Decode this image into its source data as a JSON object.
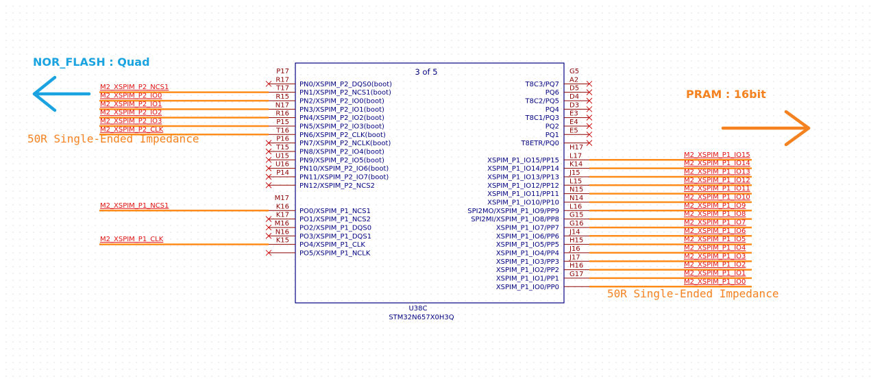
{
  "annotations": {
    "left_title": "NOR_FLASH : Quad",
    "left_impedance": "50R Single-Ended Impedance",
    "right_title": "PRAM : 16bit",
    "right_impedance": "50R Single-Ended Impedance"
  },
  "colors": {
    "wire": "#ff8c1a",
    "net_label": "#e01010",
    "pin_number": "#8b0000",
    "pin_name": "#000080",
    "part_border": "#000080",
    "nc_mark": "#cc1010",
    "left_accent": "#1aa3e0",
    "right_accent": "#f58220"
  },
  "part": {
    "section": "3 of 5",
    "designator": "U38C",
    "part_number": "STM32N657X0H3Q"
  },
  "left_pins": [
    {
      "pin": "P17",
      "name": "",
      "net": "",
      "nc": false
    },
    {
      "pin": "R17",
      "name": "PN0/XSPIM_P2_DQS0(boot)",
      "net": "",
      "nc": true
    },
    {
      "pin": "T17",
      "name": "PN1/XSPIM_P2_NCS1(boot)",
      "net": "M2_XSPIM_P2_NCS1",
      "nc": false
    },
    {
      "pin": "R15",
      "name": "PN2/XSPIM_P2_IO0(boot)",
      "net": "M2_XSPIM_P2_IO0",
      "nc": false
    },
    {
      "pin": "N17",
      "name": "PN3/XSPIM_P2_IO1(boot)",
      "net": "M2_XSPIM_P2_IO1",
      "nc": false
    },
    {
      "pin": "R16",
      "name": "PN4/XSPIM_P2_IO2(boot)",
      "net": "M2_XSPIM_P2_IO2",
      "nc": false
    },
    {
      "pin": "P15",
      "name": "PN5/XSPIM_P2_IO3(boot)",
      "net": "M2_XSPIM_P2_IO3",
      "nc": false
    },
    {
      "pin": "T16",
      "name": "PN6/XSPIM_P2_CLK(boot)",
      "net": "M2_XSPIM_P2_CLK",
      "nc": false
    },
    {
      "pin": "P16",
      "name": "PN7/XSPIM_P2_NCLK(boot)",
      "net": "",
      "nc": true
    },
    {
      "pin": "T15",
      "name": "PN8/XSPIM_P2_IO4(boot)",
      "net": "",
      "nc": true
    },
    {
      "pin": "U15",
      "name": "PN9/XSPIM_P2_IO5(boot)",
      "net": "",
      "nc": true
    },
    {
      "pin": "U16",
      "name": "PN10/XSPIM_P2_IO6(boot)",
      "net": "",
      "nc": true
    },
    {
      "pin": "P14",
      "name": "PN11/XSPIM_P2_IO7(boot)",
      "net": "",
      "nc": true
    },
    {
      "pin": "",
      "name": "PN12/XSPIM_P2_NCS2",
      "net": "",
      "nc": true
    },
    {
      "pin": "",
      "name": "",
      "net": "",
      "nc": false
    },
    {
      "pin": "M17",
      "name": "",
      "net": "",
      "nc": false
    },
    {
      "pin": "K16",
      "name": "PO0/XSPIM_P1_NCS1",
      "net": "M2_XSPIM_P1_NCS1",
      "nc": false
    },
    {
      "pin": "K17",
      "name": "PO1/XSPIM_P1_NCS2",
      "net": "",
      "nc": true
    },
    {
      "pin": "M16",
      "name": "PO2/XSPIM_P1_DQS0",
      "net": "",
      "nc": true
    },
    {
      "pin": "N16",
      "name": "PO3/XSPIM_P1_DQS1",
      "net": "",
      "nc": true
    },
    {
      "pin": "K15",
      "name": "PO4/XSPIM_P1_CLK",
      "net": "M2_XSPIM_P1_CLK",
      "nc": false
    },
    {
      "pin": "",
      "name": "PO5/XSPIM_P1_NCLK",
      "net": "",
      "nc": true
    }
  ],
  "right_pins": [
    {
      "pin": "G5",
      "name": "",
      "net": "",
      "nc": false
    },
    {
      "pin": "A2",
      "name": "T8C3/PQ7",
      "net": "",
      "nc": true
    },
    {
      "pin": "D5",
      "name": "PQ6",
      "net": "",
      "nc": true
    },
    {
      "pin": "D4",
      "name": "T8C2/PQ5",
      "net": "",
      "nc": true
    },
    {
      "pin": "D3",
      "name": "PQ4",
      "net": "",
      "nc": true
    },
    {
      "pin": "E3",
      "name": "T8C1/PQ3",
      "net": "",
      "nc": true
    },
    {
      "pin": "E4",
      "name": "PQ2",
      "net": "",
      "nc": true
    },
    {
      "pin": "E5",
      "name": "PQ1",
      "net": "",
      "nc": true
    },
    {
      "pin": "",
      "name": "T8ETR/PQ0",
      "net": "",
      "nc": true
    },
    {
      "pin": "H17",
      "name": "",
      "net": "",
      "nc": false
    },
    {
      "pin": "L17",
      "name": "XSPIM_P1_IO15/PP15",
      "net": "M2_XSPIM_P1_IO15",
      "nc": false
    },
    {
      "pin": "K14",
      "name": "XSPIM_P1_IO14/PP14",
      "net": "M2_XSPIM_P1_IO14",
      "nc": false
    },
    {
      "pin": "J15",
      "name": "XSPIM_P1_IO13/PP13",
      "net": "M2_XSPIM_P1_IO13",
      "nc": false
    },
    {
      "pin": "L15",
      "name": "XSPIM_P1_IO12/PP12",
      "net": "M2_XSPIM_P1_IO12",
      "nc": false
    },
    {
      "pin": "N15",
      "name": "XSPIM_P1_IO11/PP11",
      "net": "M2_XSPIM_P1_IO11",
      "nc": false
    },
    {
      "pin": "N14",
      "name": "XSPIM_P1_IO10/PP10",
      "net": "M2_XSPIM_P1_IO10",
      "nc": false
    },
    {
      "pin": "L16",
      "name": "SPI2MO/XSPIM_P1_IO9/PP9",
      "net": "M2_XSPIM_P1_IO9",
      "nc": false
    },
    {
      "pin": "G15",
      "name": "SPI2MI/XSPIM_P1_IO8/PP8",
      "net": "M2_XSPIM_P1_IO8",
      "nc": false
    },
    {
      "pin": "G16",
      "name": "XSPIM_P1_IO7/PP7",
      "net": "M2_XSPIM_P1_IO7",
      "nc": false
    },
    {
      "pin": "J14",
      "name": "XSPIM_P1_IO6/PP6",
      "net": "M2_XSPIM_P1_IO6",
      "nc": false
    },
    {
      "pin": "H15",
      "name": "XSPIM_P1_IO5/PP5",
      "net": "M2_XSPIM_P1_IO5",
      "nc": false
    },
    {
      "pin": "J16",
      "name": "XSPIM_P1_IO4/PP4",
      "net": "M2_XSPIM_P1_IO4",
      "nc": false
    },
    {
      "pin": "J17",
      "name": "XSPIM_P1_IO3/PP3",
      "net": "M2_XSPIM_P1_IO3",
      "nc": false
    },
    {
      "pin": "H16",
      "name": "XSPIM_P1_IO2/PP2",
      "net": "M2_XSPIM_P1_IO2",
      "nc": false
    },
    {
      "pin": "G17",
      "name": "XSPIM_P1_IO1/PP1",
      "net": "M2_XSPIM_P1_IO1",
      "nc": false
    },
    {
      "pin": "",
      "name": "XSPIM_P1_IO0/PP0",
      "net": "M2_XSPIM_P1_IO0",
      "nc": false
    }
  ]
}
